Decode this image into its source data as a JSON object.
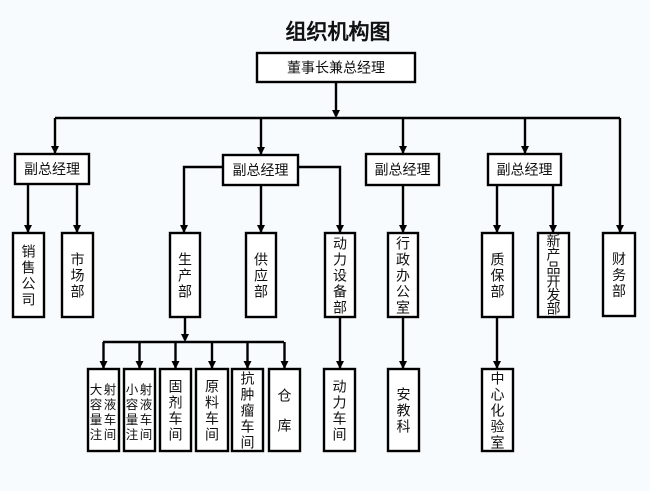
{
  "title": "组织机构图",
  "nodes": [
    {
      "id": "ceo",
      "label": "董事长兼总经理",
      "orient": "h"
    },
    {
      "id": "vp1",
      "label": "副总经理",
      "orient": "h"
    },
    {
      "id": "vp2",
      "label": "副总经理",
      "orient": "h"
    },
    {
      "id": "vp3",
      "label": "副总经理",
      "orient": "h"
    },
    {
      "id": "vp4",
      "label": "副总经理",
      "orient": "h"
    },
    {
      "id": "sales",
      "label": "销售公司",
      "orient": "v"
    },
    {
      "id": "market",
      "label": "市场部",
      "orient": "v"
    },
    {
      "id": "production",
      "label": "生产部",
      "orient": "v"
    },
    {
      "id": "supply",
      "label": "供应部",
      "orient": "v"
    },
    {
      "id": "power_equip",
      "label": "动力设备部",
      "orient": "v"
    },
    {
      "id": "admin",
      "label": "行政办公室",
      "orient": "v"
    },
    {
      "id": "qa",
      "label": "质保部",
      "orient": "v"
    },
    {
      "id": "newprod",
      "label": "新产品开发部",
      "orient": "v"
    },
    {
      "id": "finance",
      "label": "财务部",
      "orient": "v"
    },
    {
      "id": "lvp",
      "label": "大射容液量车注间",
      "orient": "grid",
      "cols": [
        [
          "大",
          "容",
          "量",
          "注"
        ],
        [
          "射",
          "液",
          "车",
          "间"
        ]
      ]
    },
    {
      "id": "svp",
      "label": "小射容液量车注间",
      "orient": "grid",
      "cols": [
        [
          "小",
          "容",
          "量",
          "注"
        ],
        [
          "射",
          "液",
          "车",
          "间"
        ]
      ]
    },
    {
      "id": "solid",
      "label": "固剂车间",
      "orient": "v"
    },
    {
      "id": "raw",
      "label": "原料车间",
      "orient": "v"
    },
    {
      "id": "antitumor",
      "label": "抗肿瘤车间",
      "orient": "v"
    },
    {
      "id": "warehouse",
      "label": "仓库",
      "orient": "v",
      "spaced": true
    },
    {
      "id": "power_ws",
      "label": "动力车间",
      "orient": "v"
    },
    {
      "id": "safety",
      "label": "安教科",
      "orient": "v"
    },
    {
      "id": "lab",
      "label": "中心化验室",
      "orient": "v"
    }
  ],
  "edges": [
    [
      "ceo",
      "vp1"
    ],
    [
      "ceo",
      "vp2"
    ],
    [
      "ceo",
      "vp3"
    ],
    [
      "ceo",
      "vp4"
    ],
    [
      "ceo",
      "finance"
    ],
    [
      "vp1",
      "sales"
    ],
    [
      "vp1",
      "market"
    ],
    [
      "vp2",
      "production"
    ],
    [
      "vp2",
      "supply"
    ],
    [
      "vp2",
      "power_equip"
    ],
    [
      "vp3",
      "admin"
    ],
    [
      "vp4",
      "qa"
    ],
    [
      "vp4",
      "newprod"
    ],
    [
      "production",
      "lvp"
    ],
    [
      "production",
      "svp"
    ],
    [
      "production",
      "solid"
    ],
    [
      "production",
      "raw"
    ],
    [
      "production",
      "antitumor"
    ],
    [
      "production",
      "warehouse"
    ],
    [
      "power_equip",
      "power_ws"
    ],
    [
      "admin",
      "safety"
    ],
    [
      "qa",
      "lab"
    ]
  ]
}
